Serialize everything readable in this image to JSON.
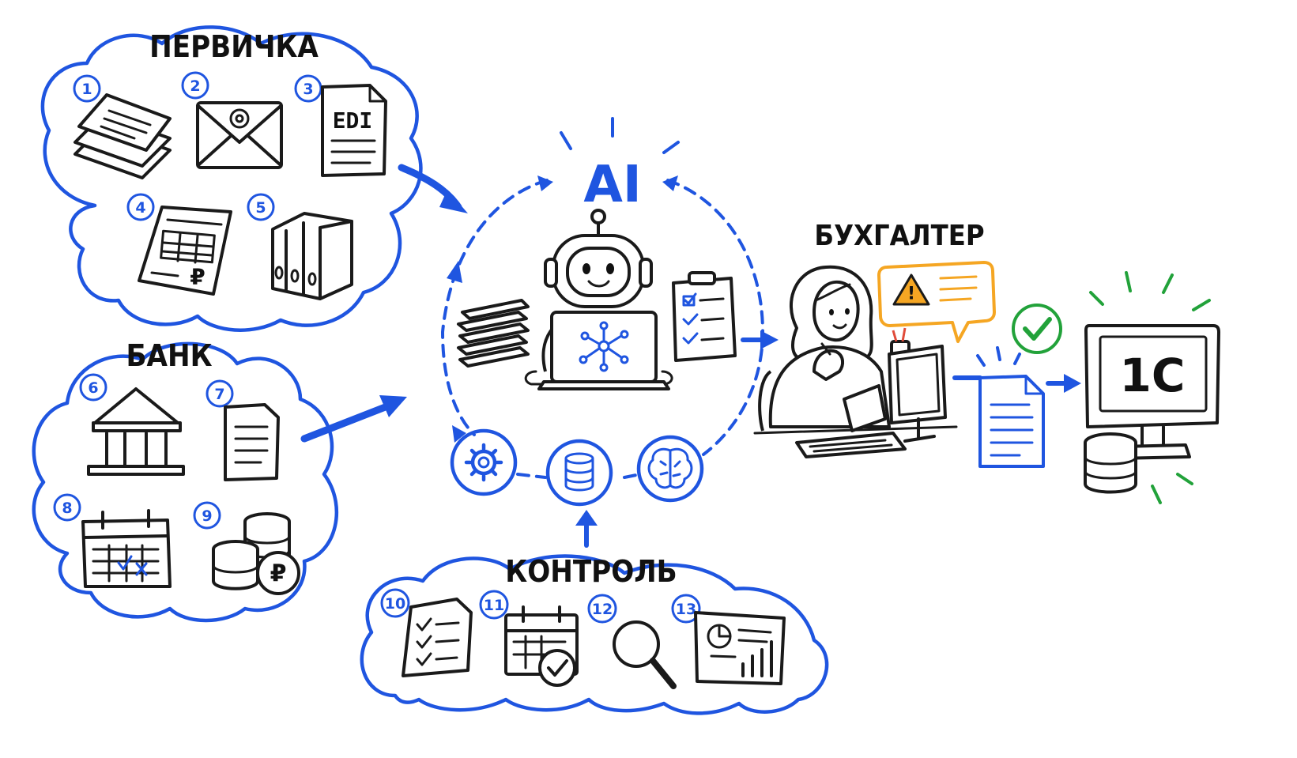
{
  "groups": {
    "primary": {
      "title": "ПЕРВИЧКА",
      "items": [
        "1",
        "2",
        "3",
        "4",
        "5"
      ],
      "edi_text": "EDI",
      "currency": "₽"
    },
    "bank": {
      "title": "БАНК",
      "items": [
        "6",
        "7",
        "8",
        "9"
      ],
      "currency": "₽"
    },
    "control": {
      "title": "КОНТРОЛЬ",
      "items": [
        "10",
        "11",
        "12",
        "13"
      ]
    }
  },
  "ai": {
    "title": "AI"
  },
  "accountant": {
    "title": "БУХГАЛТЕР",
    "warning_glyph": "!"
  },
  "target": {
    "system": "1С"
  },
  "colors": {
    "blue": "#1f55e0",
    "green": "#22a23a",
    "orange": "#f5a623",
    "ink": "#1a1a1a"
  }
}
